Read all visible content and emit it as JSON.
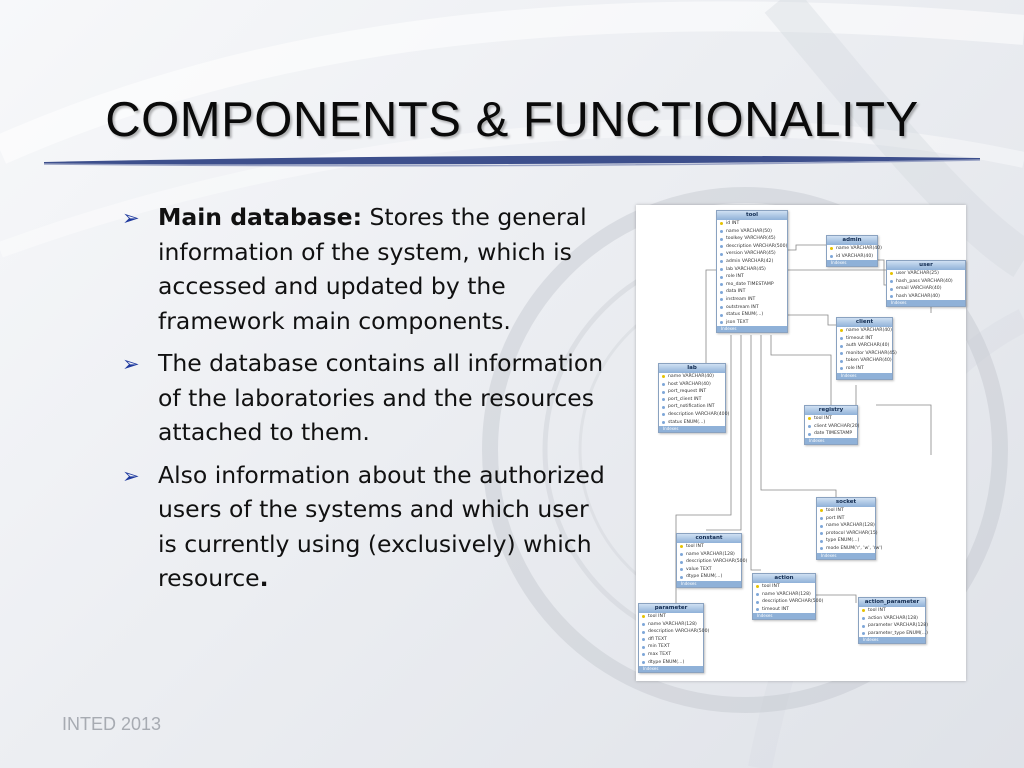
{
  "slide": {
    "title": "COMPONENTS & FUNCTIONALITY",
    "footer": "INTED 2013",
    "colors": {
      "bullet_arrow": "#1f3a9e",
      "title_rule": "#3d4f8c",
      "header_blue": "#8fb1d8"
    },
    "icons": {
      "bullet": "arrow-bullet-icon"
    }
  },
  "bullets": [
    {
      "lead": "Main database:",
      "text": " Stores the general information of the system, which is accessed and updated by the framework main components."
    },
    {
      "text": "The database contains all information of the laboratories and the resources attached to them."
    },
    {
      "text": "Also information about the authorized users of the systems and which user is currently using (exclusively) which resource",
      "tail": "."
    }
  ],
  "diagram": {
    "footer_label": "Indexes",
    "tables": [
      {
        "name": "tool",
        "rows": [
          "id INT",
          "name VARCHAR(50)",
          "toolkey VARCHAR(45)",
          "description VARCHAR(500)",
          "version VARCHAR(45)",
          "admin VARCHAR(42)",
          "lab VARCHAR(45)",
          "role INT",
          "mo_date TIMESTAMP",
          "data INT",
          "instream INT",
          "outstream INT",
          "status ENUM(...)",
          "json TEXT"
        ]
      },
      {
        "name": "admin",
        "rows": [
          "name VARCHAR(40)",
          "id VARCHAR(40)"
        ]
      },
      {
        "name": "user",
        "rows": [
          "user VARCHAR(25)",
          "hash_pass VARCHAR(40)",
          "email VARCHAR(40)",
          "hash VARCHAR(40)"
        ]
      },
      {
        "name": "client",
        "rows": [
          "name VARCHAR(40)",
          "timeout INT",
          "auth VARCHAR(40)",
          "monitor VARCHAR(45)",
          "token VARCHAR(40)",
          "role INT"
        ]
      },
      {
        "name": "lab",
        "rows": [
          "name VARCHAR(40)",
          "host VARCHAR(40)",
          "port_request INT",
          "port_client INT",
          "port_notification INT",
          "description VARCHAR(400)",
          "status ENUM(...)"
        ]
      },
      {
        "name": "registry",
        "rows": [
          "tool INT",
          "client VARCHAR(20)",
          "date TIMESTAMP"
        ]
      },
      {
        "name": "socket",
        "rows": [
          "tool INT",
          "port INT",
          "name VARCHAR(128)",
          "protocol VARCHAR(15)",
          "type ENUM(...)",
          "mode ENUM('r', 'w', 'rw')"
        ]
      },
      {
        "name": "constant",
        "rows": [
          "tool INT",
          "name VARCHAR(128)",
          "description VARCHAR(500)",
          "value TEXT",
          "dtype ENUM(...)"
        ]
      },
      {
        "name": "action",
        "rows": [
          "tool INT",
          "name VARCHAR(128)",
          "description VARCHAR(500)",
          "timeout INT"
        ]
      },
      {
        "name": "parameter",
        "rows": [
          "tool INT",
          "name VARCHAR(128)",
          "description VARCHAR(500)",
          "dfl TEXT",
          "min TEXT",
          "max TEXT",
          "dtype ENUM(...)"
        ]
      },
      {
        "name": "action_parameter",
        "rows": [
          "tool INT",
          "action VARCHAR(128)",
          "parameter VARCHAR(128)",
          "parameter_type ENUM(...)"
        ]
      }
    ]
  }
}
